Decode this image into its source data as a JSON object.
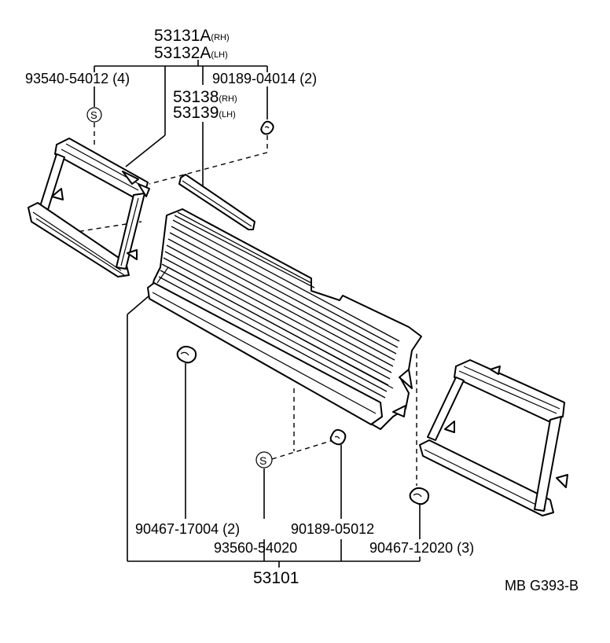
{
  "labels": {
    "bracket_top_rh": "53131A",
    "bracket_top_rh_sfx": "(RH)",
    "bracket_top_lh": "53132A",
    "bracket_top_lh_sfx": "(LH)",
    "screw_left": "93540-54012 (4)",
    "clip_right": "90189-04014 (2)",
    "molding_rh": "53138",
    "molding_rh_sfx": "(RH)",
    "molding_lh": "53139",
    "molding_lh_sfx": "(LH)",
    "nut_left": "90467-17004 (2)",
    "clip_center": "90189-05012",
    "screw_center": "93560-54020",
    "nut_right": "90467-12020 (3)",
    "assembly": "53101",
    "figure_code": "MB G393-B"
  },
  "symbols": {
    "screw_symbol": "S"
  }
}
